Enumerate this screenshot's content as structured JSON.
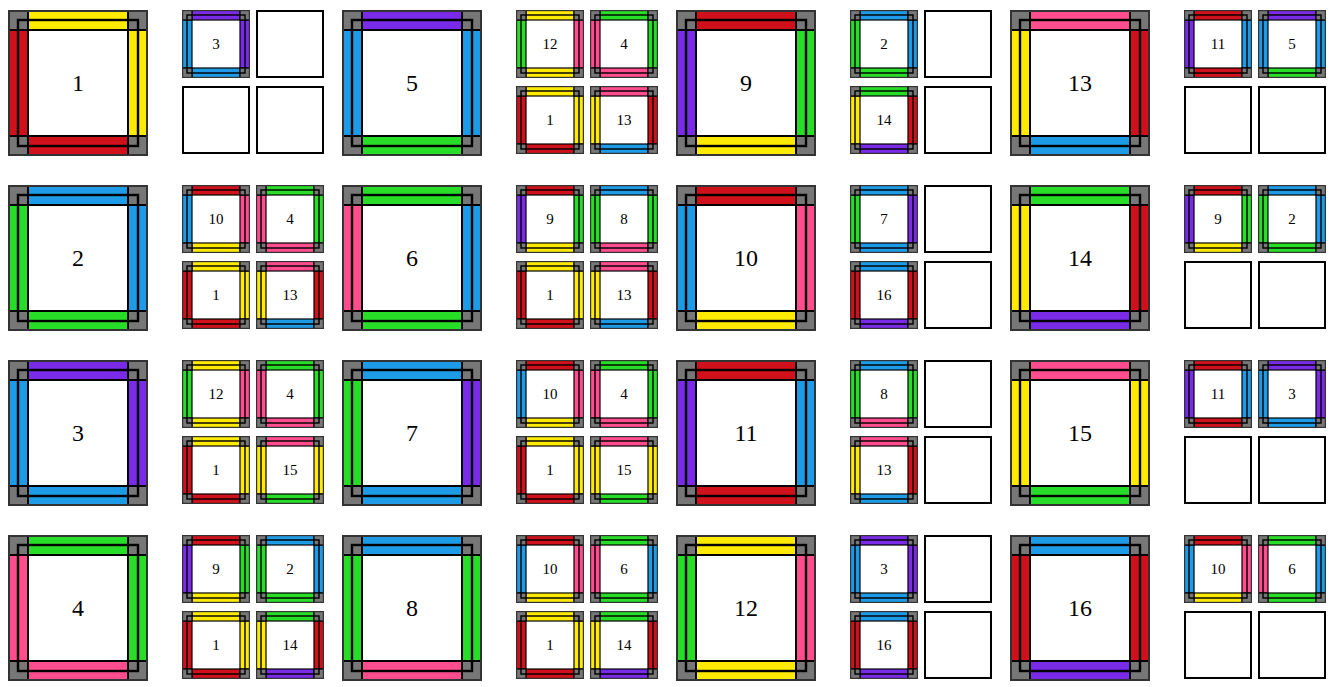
{
  "diagram": {
    "nodes": [
      {
        "text": [
          "1"
        ]
      },
      {
        "text": [
          "3"
        ]
      },
      {
        "text": [
          "5"
        ]
      },
      {
        "text": [
          "12"
        ]
      },
      {
        "text": [
          "4"
        ]
      },
      {
        "text": [
          "1"
        ]
      },
      {
        "text": [
          "13"
        ]
      },
      {
        "text": [
          "9"
        ]
      },
      {
        "text": [
          "2"
        ]
      },
      {
        "text": [
          "14"
        ]
      },
      {
        "text": [
          "13"
        ]
      },
      {
        "text": [
          "11"
        ]
      },
      {
        "text": [
          "5"
        ]
      },
      {
        "text": [
          "2"
        ]
      },
      {
        "text": [
          "10"
        ]
      },
      {
        "text": [
          "4"
        ]
      },
      {
        "text": [
          "1"
        ]
      },
      {
        "text": [
          "13"
        ]
      },
      {
        "text": [
          "6"
        ]
      },
      {
        "text": [
          "9"
        ]
      },
      {
        "text": [
          "8"
        ]
      },
      {
        "text": [
          "1"
        ]
      },
      {
        "text": [
          "13"
        ]
      },
      {
        "text": [
          "10"
        ]
      },
      {
        "text": [
          "7"
        ]
      },
      {
        "text": [
          "16"
        ]
      },
      {
        "text": [
          "14"
        ]
      },
      {
        "text": [
          "9"
        ]
      },
      {
        "text": [
          "2"
        ]
      },
      {
        "text": [
          "3"
        ]
      },
      {
        "text": [
          "12"
        ]
      },
      {
        "text": [
          "4"
        ]
      },
      {
        "text": [
          "1"
        ]
      },
      {
        "text": [
          "15"
        ]
      },
      {
        "text": [
          "7"
        ]
      },
      {
        "text": [
          "10"
        ]
      },
      {
        "text": [
          "4"
        ]
      },
      {
        "text": [
          "1"
        ]
      },
      {
        "text": [
          "15"
        ]
      },
      {
        "text": [
          "11"
        ]
      },
      {
        "text": [
          "8"
        ]
      },
      {
        "text": [
          "13"
        ]
      },
      {
        "text": [
          "15"
        ]
      },
      {
        "text": [
          "11"
        ]
      },
      {
        "text": [
          "3"
        ]
      },
      {
        "text": [
          "4"
        ]
      },
      {
        "text": [
          "9"
        ]
      },
      {
        "text": [
          "2"
        ]
      },
      {
        "text": [
          "1"
        ]
      },
      {
        "text": [
          "14"
        ]
      },
      {
        "text": [
          "8"
        ]
      },
      {
        "text": [
          "10"
        ]
      },
      {
        "text": [
          "6"
        ]
      },
      {
        "text": [
          "1"
        ]
      },
      {
        "text": [
          "14"
        ]
      },
      {
        "text": [
          "12"
        ]
      },
      {
        "text": [
          "3"
        ]
      },
      {
        "text": [
          "16"
        ]
      },
      {
        "text": [
          "16"
        ]
      },
      {
        "text": [
          "10"
        ]
      },
      {
        "text": [
          "6"
        ]
      }
    ]
  }
}
